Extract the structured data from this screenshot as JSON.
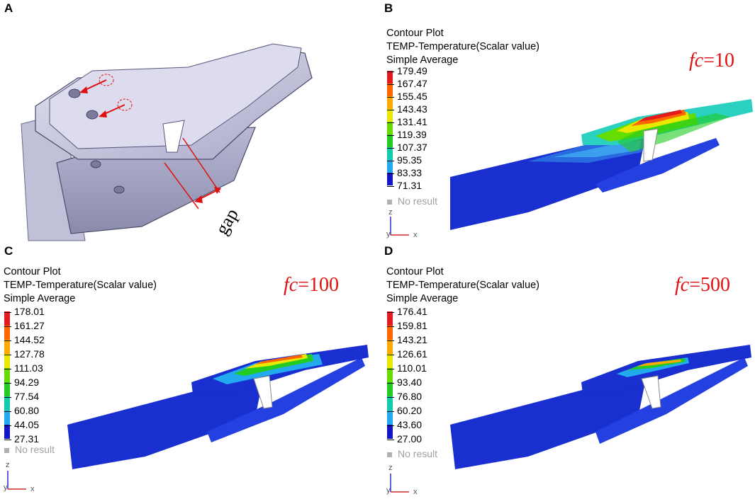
{
  "panel_labels": {
    "a": "A",
    "b": "B",
    "c": "C",
    "d": "D"
  },
  "panel_a": {
    "gap_label": "gap"
  },
  "contour_header": {
    "line1": "Contour Plot",
    "line2": "TEMP-Temperature(Scalar value)",
    "line3": "Simple Average"
  },
  "no_result": "No result",
  "axis": {
    "z": "z",
    "y": "y",
    "x": "x"
  },
  "panels": {
    "b": {
      "fc_var": "fc",
      "fc_value": "=10",
      "legend": [
        "179.49",
        "167.47",
        "155.45",
        "143.43",
        "131.41",
        "119.39",
        "107.37",
        "95.35",
        "83.33",
        "71.31"
      ]
    },
    "c": {
      "fc_var": "fc",
      "fc_value": "=100",
      "legend": [
        "178.01",
        "161.27",
        "144.52",
        "127.78",
        "111.03",
        "94.29",
        "77.54",
        "60.80",
        "44.05",
        "27.31"
      ]
    },
    "d": {
      "fc_var": "fc",
      "fc_value": "=500",
      "legend": [
        "176.41",
        "159.81",
        "143.21",
        "126.61",
        "110.01",
        "93.40",
        "76.80",
        "60.20",
        "43.60",
        "27.00"
      ]
    }
  },
  "colors": {
    "legend_scale": [
      "#e41a1c",
      "#ff6600",
      "#ffaa00",
      "#e8e800",
      "#66dd00",
      "#22cc22",
      "#11ccaa",
      "#22aaee",
      "#2266dd",
      "#1515c8"
    ],
    "no_result": "#b0b0b0",
    "fc_text": "#e01010",
    "model_blue": "#1a2fd0",
    "cad_gray": "#c8c8e0"
  }
}
